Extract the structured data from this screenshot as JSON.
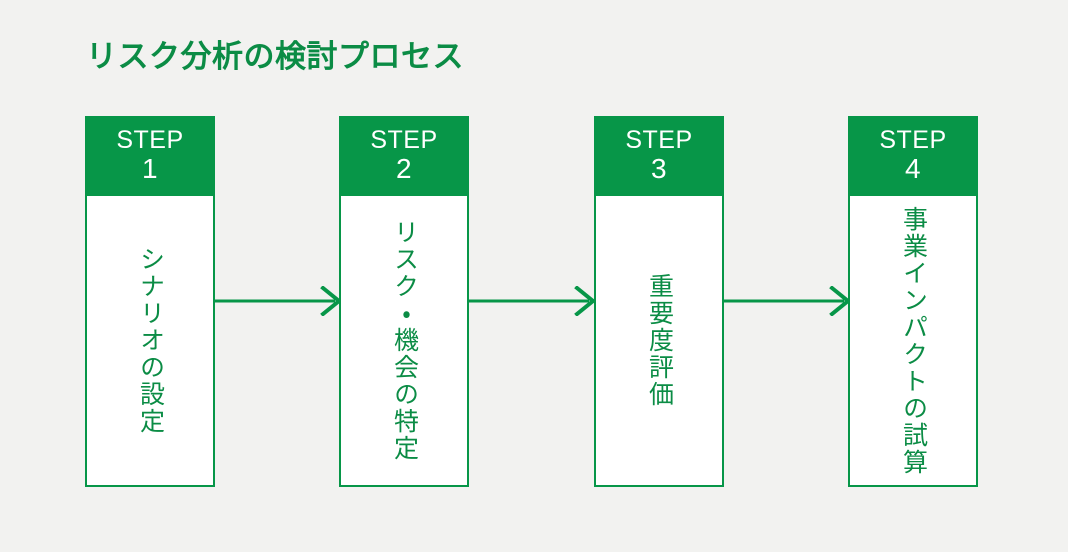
{
  "page": {
    "title": "リスク分析の検討プロセス",
    "background_color": "#f2f2f0",
    "accent_color": "#079648",
    "text_color": "#0b8c45",
    "header_text_color": "#ffffff"
  },
  "steps": [
    {
      "label": "STEP",
      "number": "1",
      "body": "シナリオの設定"
    },
    {
      "label": "STEP",
      "number": "2",
      "body": "リスク・機会の特定"
    },
    {
      "label": "STEP",
      "number": "3",
      "body": "重要度評価"
    },
    {
      "label": "STEP",
      "number": "4",
      "body": "事業インパクトの試算"
    }
  ],
  "connectors": [
    {
      "icon": "arrow-right-icon",
      "from": "1",
      "to": "2"
    },
    {
      "icon": "arrow-right-icon",
      "from": "2",
      "to": "3"
    },
    {
      "icon": "arrow-right-icon",
      "from": "3",
      "to": "4"
    }
  ]
}
